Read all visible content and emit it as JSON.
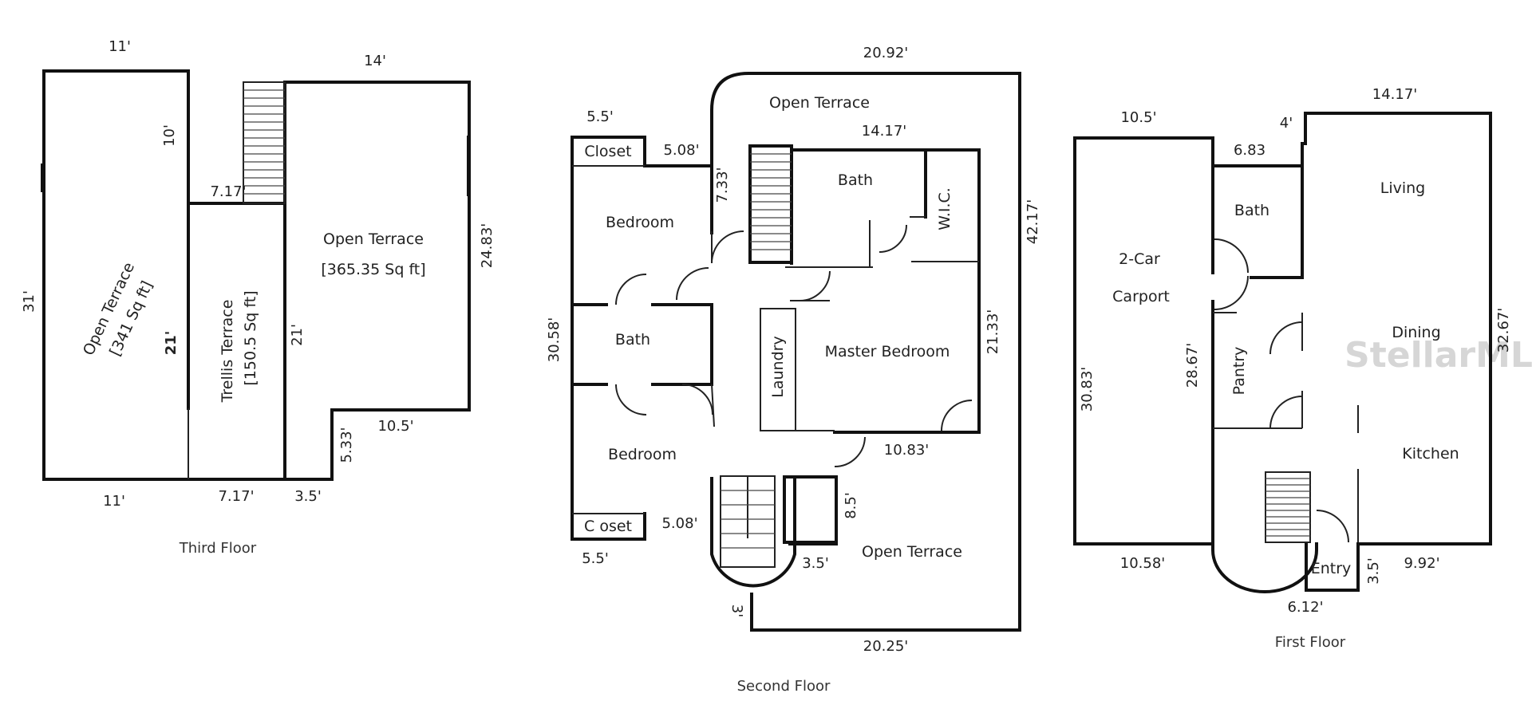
{
  "watermark": "StellarMLS",
  "floors": {
    "third": {
      "caption": "Third Floor",
      "rooms": {
        "open_terrace_a": "Open Terrace",
        "open_terrace_a_area": "[341 Sq ft]",
        "trellis": "Trellis Terrace",
        "trellis_area": "[150.5 Sq ft]",
        "open_terrace_b": "Open Terrace",
        "open_terrace_b_area": "[365.35 Sq ft]"
      },
      "dims": {
        "top_left": "11'",
        "top_right": "14'",
        "left": "31'",
        "upper_mid": "10'",
        "mid_21a": "21'",
        "mid_717_top": "7.17'",
        "mid_21b": "21'",
        "right": "24.83'",
        "notch_h": "10.5'",
        "notch_v": "5.33'",
        "bottom_left": "11'",
        "bottom_mid": "7.17'",
        "bottom_right": "3.5'"
      }
    },
    "second": {
      "caption": "Second Floor",
      "rooms": {
        "open_terrace_top": "Open Terrace",
        "closet_top": "Closet",
        "bedroom_top": "Bedroom",
        "bath_left": "Bath",
        "bedroom_bottom": "Bedroom",
        "closet_bottom": "C oset",
        "bath_top": "Bath",
        "wic": "W.I.C.",
        "laundry": "Laundry",
        "master": "Master Bedroom",
        "open_terrace_bottom": "Open Terrace"
      },
      "dims": {
        "top": "20.92'",
        "closet_w_top": "5.5'",
        "closet_gap_top": "5.08'",
        "v733": "7.33'",
        "bath_w": "14.17'",
        "right": "42.17'",
        "left": "30.58'",
        "master_h": "21.33'",
        "master_bottom": "10.83'",
        "v85": "8.5'",
        "closet_gap_bottom": "5.08'",
        "closet_w_bottom": "5.5'",
        "stair_35": "3.5'",
        "stair_3": "3'",
        "bottom": "20.25'"
      }
    },
    "first": {
      "caption": "First Floor",
      "rooms": {
        "carport": "2-Car",
        "carport_2": "Carport",
        "bath": "Bath",
        "living": "Living",
        "pantry": "Pantry",
        "dining": "Dining",
        "kitchen": "Kitchen",
        "entry": "Entry"
      },
      "dims": {
        "top_left": "10.5'",
        "top_right": "14.17'",
        "jog": "4'",
        "bath_w": "6.83",
        "left": "30.83'",
        "inner": "28.67'",
        "right": "32.67'",
        "bottom_left": "10.58'",
        "bottom_right": "9.92'",
        "entry_w": "6.12'",
        "entry_h": "3.5'"
      }
    }
  }
}
